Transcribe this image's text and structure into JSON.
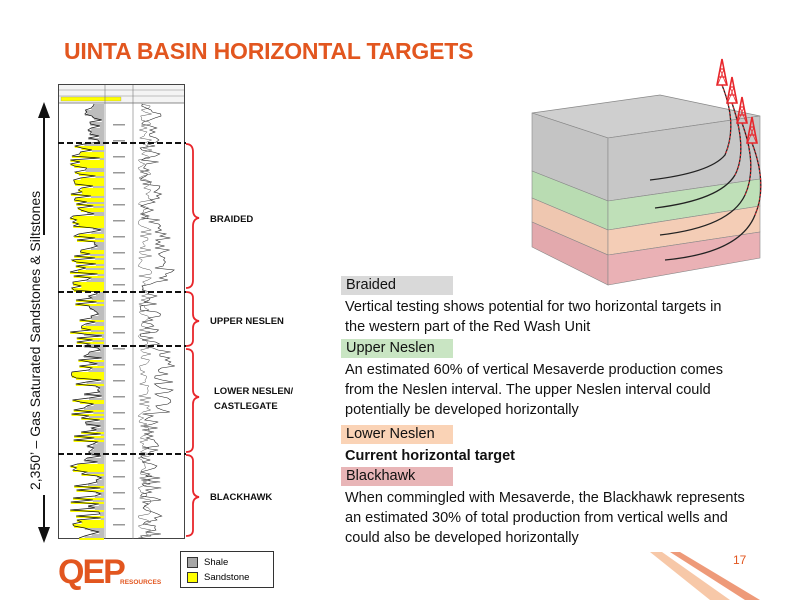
{
  "title": "UINTA BASIN HORIZONTAL TARGETS",
  "axis_label": "2,350’ – Gas Saturated Sandstones & Siltstones",
  "zones": [
    {
      "line1": "BRAIDED",
      "line2": ""
    },
    {
      "line1": "UPPER NESLEN",
      "line2": ""
    },
    {
      "line1": "LOWER NESLEN/",
      "line2": "CASTLEGATE"
    },
    {
      "line1": "BLACKHAWK",
      "line2": ""
    }
  ],
  "sections": [
    {
      "tag": "Braided",
      "color": "#d9d9d9",
      "lines": [
        "Vertical testing shows potential for two horizontal targets in",
        "the western part of the Red Wash Unit"
      ],
      "bold": false
    },
    {
      "tag": "Upper Neslen",
      "color": "#c9e5c3",
      "lines": [
        "An estimated 60% of vertical Mesaverde production comes",
        "from the Neslen interval. The upper Neslen interval could",
        "potentially be developed horizontally"
      ],
      "bold": false
    },
    {
      "tag": "Lower Neslen",
      "color": "#fad3b6",
      "lines": [
        "Current horizontal target"
      ],
      "bold": true
    },
    {
      "tag": "Blackhawk",
      "color": "#e8b5b7",
      "lines": [
        "When commingled with Mesaverde, the Blackhawk represents",
        "an estimated 30% of total production from vertical wells and",
        "could also be developed horizontally"
      ],
      "bold": false
    }
  ],
  "legend": {
    "shale": "Shale",
    "sandstone": "Sandstone",
    "shale_color": "#a6a6a6",
    "sandstone_color": "#ffff00"
  },
  "logo": {
    "main": "QEP",
    "sub": "RESOURCES"
  },
  "page_number": "17",
  "colors": {
    "accent": "#e2561f",
    "bracket": "#e8262b",
    "sand": "#ffff00"
  }
}
